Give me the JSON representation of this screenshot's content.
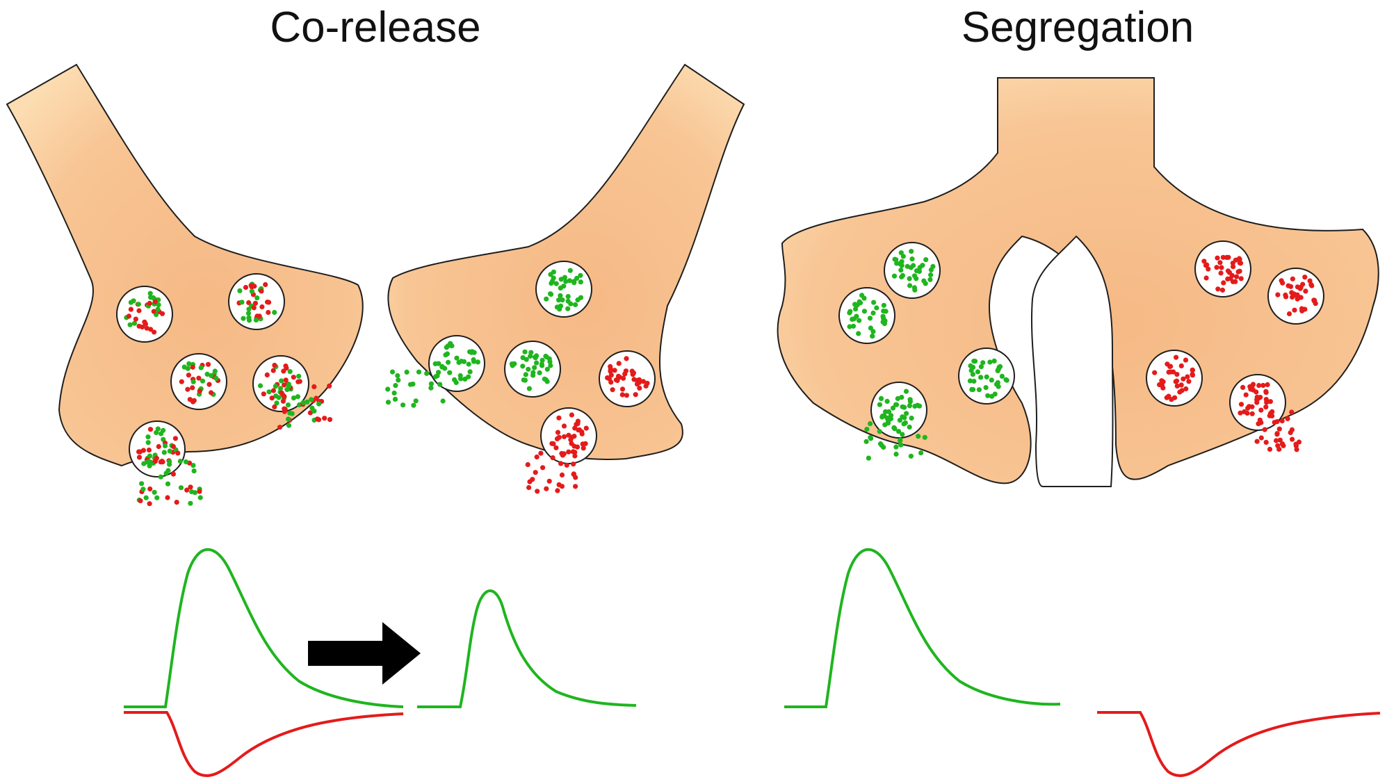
{
  "titles": {
    "left": "Co-release",
    "right": "Segregation"
  },
  "colors": {
    "terminal_fill": "#f7c18f",
    "terminal_fill_light": "#fbd8ad",
    "terminal_stroke": "#1e1e1e",
    "vesicle_fill": "#ffffff",
    "green": "#1fb51f",
    "red": "#e41b1b",
    "arrow": "#000000"
  },
  "legend_semantics": {
    "green_dots": "transmitter A (excitatory response, upward trace)",
    "red_dots": "transmitter B (inhibitory response, downward trace)"
  },
  "icons": {
    "arrow": "right-arrow-icon"
  }
}
